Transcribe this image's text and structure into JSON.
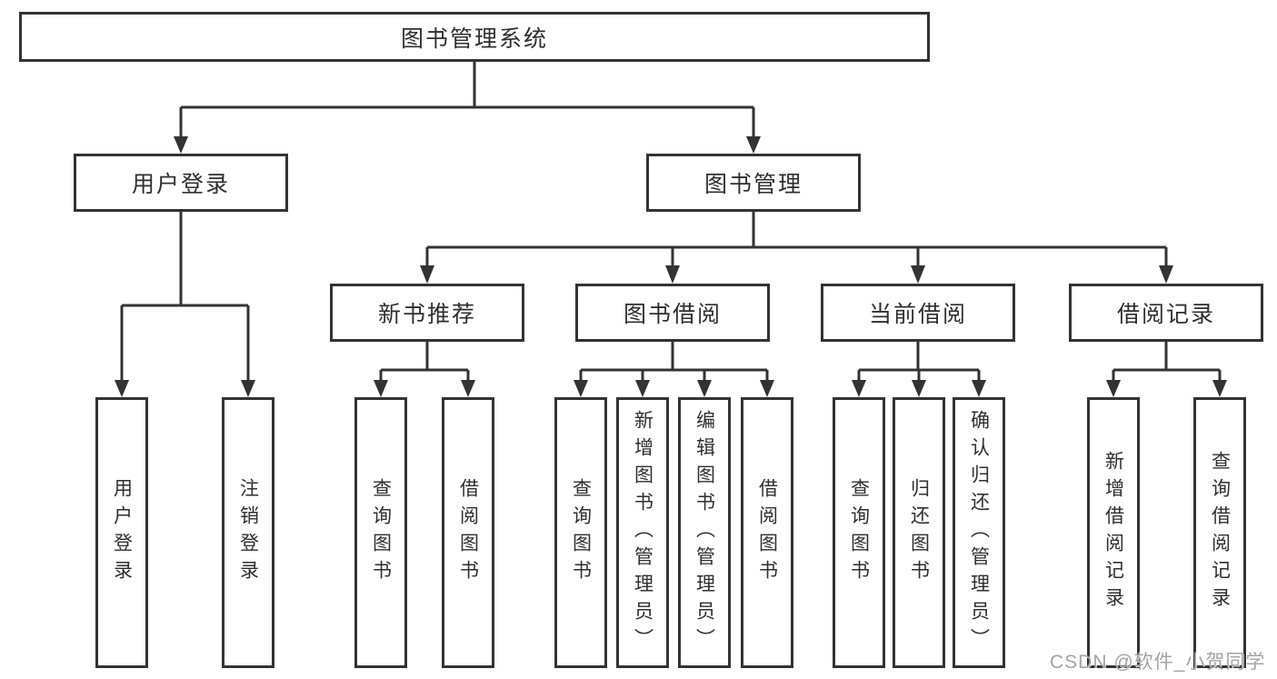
{
  "tree": {
    "label": "图书管理系统",
    "children": [
      {
        "label": "用户登录",
        "children": [
          {
            "label": "用户登录"
          },
          {
            "label": "注销登录"
          }
        ]
      },
      {
        "label": "图书管理",
        "children": [
          {
            "label": "新书推荐",
            "children": [
              {
                "label": "查询图书"
              },
              {
                "label": "借阅图书"
              }
            ]
          },
          {
            "label": "图书借阅",
            "children": [
              {
                "label": "查询图书"
              },
              {
                "label": "新增图书（管理员）"
              },
              {
                "label": "编辑图书（管理员）"
              },
              {
                "label": "借阅图书"
              }
            ]
          },
          {
            "label": "当前借阅",
            "children": [
              {
                "label": "查询图书"
              },
              {
                "label": "归还图书"
              },
              {
                "label": "确认归还（管理员）"
              }
            ]
          },
          {
            "label": "借阅记录",
            "children": [
              {
                "label": "新增借阅记录"
              },
              {
                "label": "查询借阅记录"
              }
            ]
          }
        ]
      }
    ]
  },
  "watermark": "CSDN @软件_小贺同学",
  "colors": {
    "line": "#333333",
    "text": "#2f2f2f",
    "watermark": "#9e9e9e",
    "background": "#ffffff"
  }
}
